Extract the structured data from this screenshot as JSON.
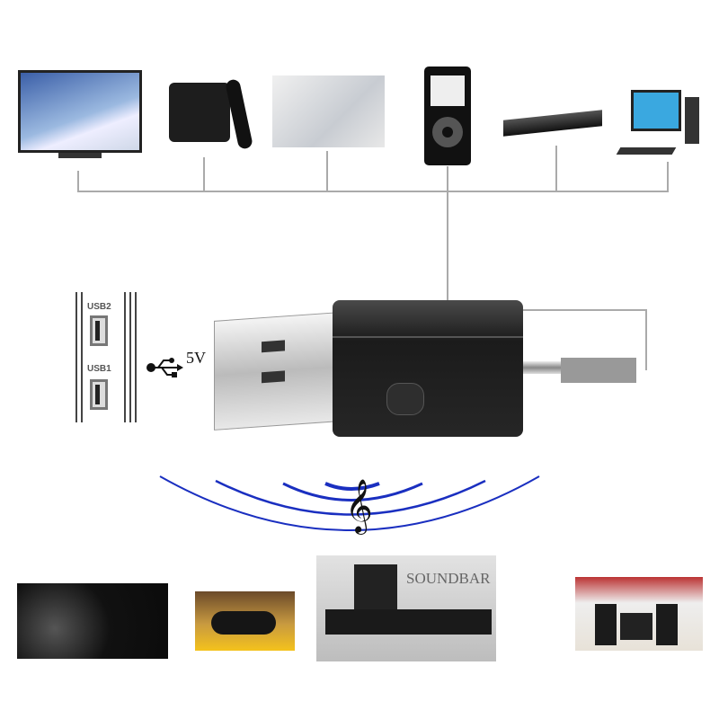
{
  "devices_top": [
    "tv",
    "tv-box",
    "laptop",
    "mp3-player",
    "dvd-player",
    "desktop-computer"
  ],
  "ports": {
    "usb2_label": "USB2",
    "usb1_label": "USB1"
  },
  "power": {
    "label": "5V"
  },
  "devices_bottom": [
    "headphones",
    "portable-speaker",
    "soundbar",
    "bookshelf-speakers"
  ],
  "soundbar_label": "SOUNDBAR",
  "colors": {
    "wave": "#1a2fc0",
    "device": "#2a2a2a",
    "connector": "#aaaaaa"
  }
}
